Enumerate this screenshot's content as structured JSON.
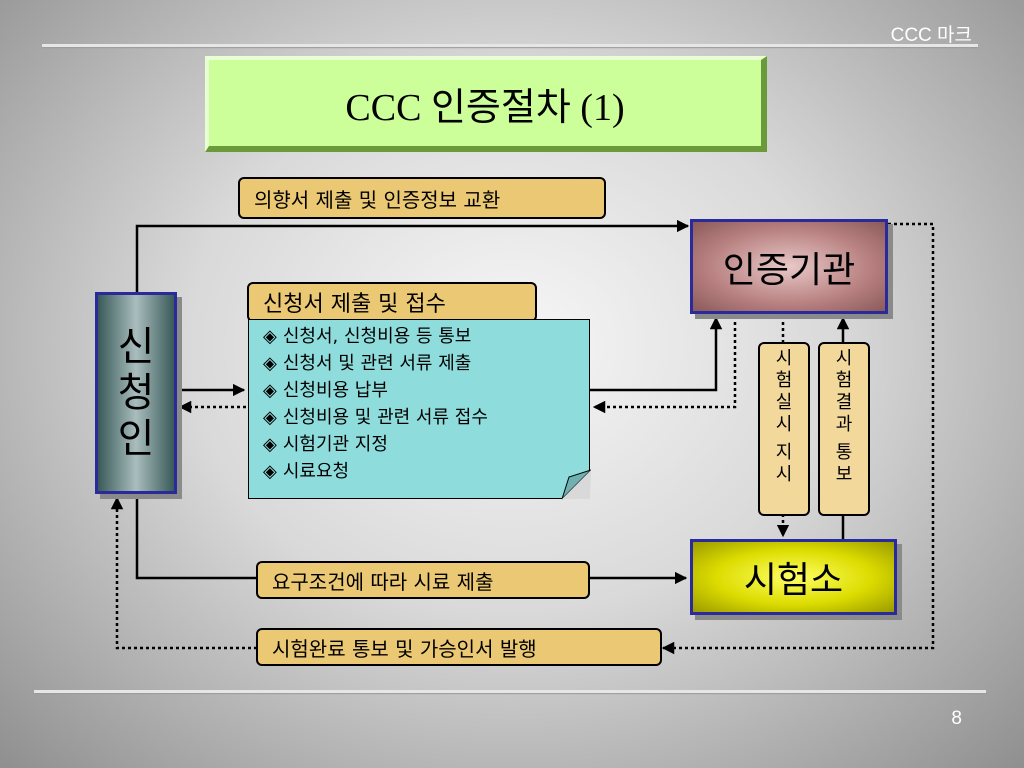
{
  "header": {
    "label": "CCC 마크"
  },
  "page_number": "8",
  "title": "CCC 인증절차 (1)",
  "nodes": {
    "applicant": "신청인",
    "cert_body": "인증기관",
    "test_lab": "시험소"
  },
  "applicant_chars": [
    "신",
    "청",
    "인"
  ],
  "labels": {
    "intent": "의향서 제출 및 인증정보 교환",
    "application": "신청서 제출 및  접수",
    "sample": "요구조건에 따라 시료 제출",
    "completion": "시험완료 통보 및 가승인서 발행"
  },
  "note": {
    "bullet_symbol": "◈",
    "items": [
      "신청서, 신청비용 등 통보",
      "신청서 및 관련 서류 제출",
      "신청비용 납부",
      "신청비용 및 관련 서류 접수",
      "시험기관 지정",
      "시료요청"
    ]
  },
  "vertical_labels": {
    "test_instruction": [
      "시",
      "험",
      "실",
      "시",
      "",
      "지",
      "시"
    ],
    "test_result": [
      "시",
      "험",
      "결",
      "과",
      "",
      "통",
      "보"
    ]
  },
  "colors": {
    "title_bg": "#ccff99",
    "label_bg": "#ebc874",
    "note_bg": "#8fdcdc",
    "entity_border": "#2a2a9a",
    "cert_body": "#b88080",
    "test_lab": "#dcdc00"
  }
}
